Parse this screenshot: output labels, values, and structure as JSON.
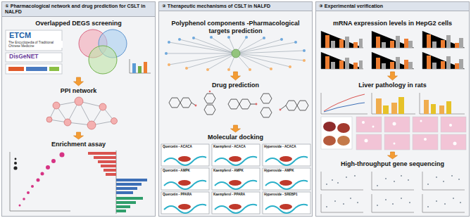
{
  "diagram": {
    "nodes": [
      {
        "text": [
          "① Pharmacological network and drug prediction for CSLT in NALFD"
        ]
      },
      {
        "text": [
          "Overlapped DEGS screening"
        ],
        "in": 0
      },
      {
        "text": [
          "PPI network"
        ],
        "in": 0
      },
      {
        "text": [
          "Enrichment assay"
        ],
        "in": 0
      },
      {
        "text": [
          "② Therapeutic mechanisms of CSLT in NALFD"
        ]
      },
      {
        "text": [
          "Polyphenol components -Pharmacological targets prediction"
        ],
        "in": 4
      },
      {
        "text": [
          "Drug prediction"
        ],
        "in": 4
      },
      {
        "text": [
          "Molecular docking"
        ],
        "in": 4
      },
      {
        "text": [
          "③ Experimental verification"
        ]
      },
      {
        "text": [
          "mRNA expression levels in HepG2 cells"
        ],
        "in": 8
      },
      {
        "text": [
          "Liver pathology in rats"
        ],
        "in": 8
      },
      {
        "text": [
          "High-throughput gene sequencing"
        ],
        "in": 8
      }
    ],
    "edges": [
      {
        "from": 1,
        "to": 2,
        "arrow": "to"
      },
      {
        "from": 2,
        "to": 3,
        "arrow": "to"
      },
      {
        "from": 5,
        "to": 6,
        "arrow": "to"
      },
      {
        "from": 6,
        "to": 7,
        "arrow": "to"
      },
      {
        "from": 9,
        "to": 10,
        "arrow": "to"
      },
      {
        "from": 10,
        "to": 11,
        "arrow": "to"
      }
    ],
    "labels": [
      "ETCM",
      "The Encyclopedia of Traditional Chinese Medicine",
      "DisGeNET",
      "Quercetin - ACACA",
      "Kaempferol - ACACA",
      "Hyperoside - ACACA",
      "Quercetin - AMPK",
      "Kaempferol - AMPK",
      "Hyperoside - AMPK",
      "Quercetin - PPARA",
      "Kaempferol - PPARA",
      "Hyperoside - SREBP1"
    ]
  }
}
